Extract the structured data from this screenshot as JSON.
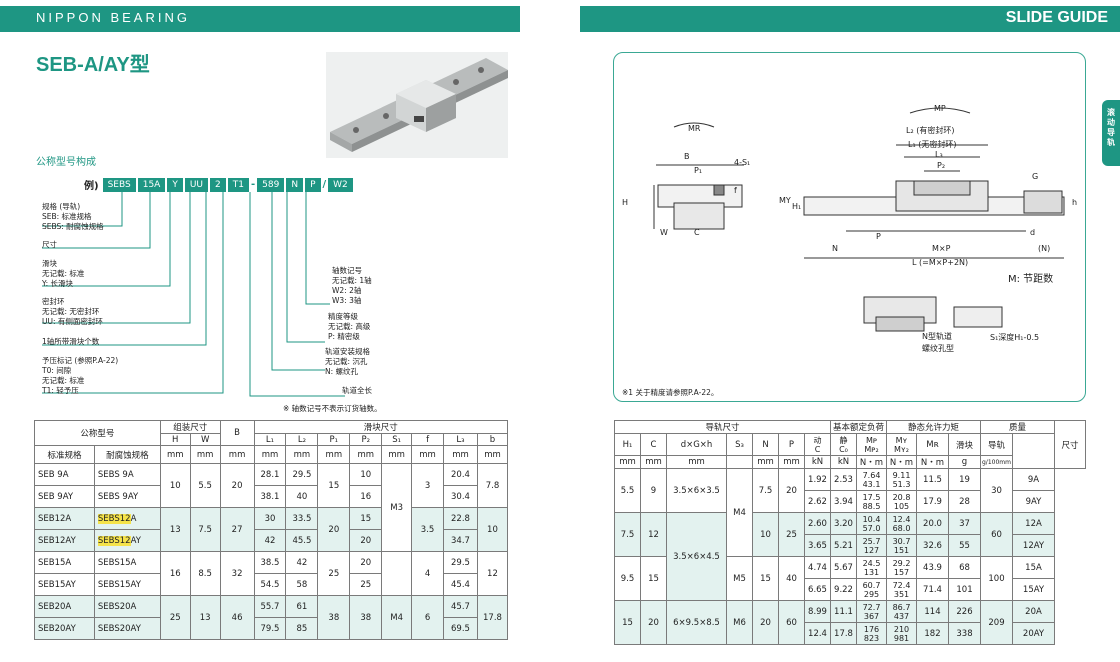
{
  "header": {
    "brand": "NIPPON BEARING",
    "section": "SLIDE GUIDE",
    "side_tab": "滚动导轨"
  },
  "model_title": "SEB-A/AY型",
  "code_section": {
    "title": "公称型号构成",
    "example_prefix": "例)",
    "codes": [
      "SEBS",
      "15A",
      "Y",
      "UU",
      "2",
      "T1",
      "-",
      "589",
      "N",
      "P",
      "/",
      "W2"
    ],
    "left_legend": [
      {
        "lines": [
          "规格 (导轨)",
          "SEB: 标准规格",
          "SEBS: 耐腐蚀规格"
        ]
      },
      {
        "lines": [
          "尺寸"
        ]
      },
      {
        "lines": [
          "滑块",
          "无记载: 标准",
          "Y: 长滑块"
        ]
      },
      {
        "lines": [
          "密封环",
          "无记载: 无密封环",
          "UU: 有侧面密封环"
        ]
      },
      {
        "lines": [
          "1轴所带滑块个数"
        ]
      },
      {
        "lines": [
          "予压标记 (参照P.A-22)",
          "T0: 间隙",
          "无记载: 标准",
          "T1: 轻予压"
        ]
      }
    ],
    "right_legend": [
      {
        "lines": [
          "轴数记号",
          "无记载: 1轴",
          "W2: 2轴",
          "W3: 3轴"
        ]
      },
      {
        "lines": [
          "精度等级",
          "无记载: 高级",
          "P: 精密级"
        ]
      },
      {
        "lines": [
          "轨道安装规格",
          "无记载: 沉孔",
          "N: 螺纹孔"
        ]
      },
      {
        "lines": [
          "轨道全长"
        ]
      }
    ],
    "note": "※ 轴数记号不表示订货轴数。"
  },
  "drawing": {
    "labels": {
      "MR": "MR",
      "MP": "MP",
      "MY": "MY",
      "L2": "L₂ (有密封环)",
      "L1": "L₁ (无密封环)",
      "L3": "L₃",
      "P2": "P₂",
      "P1": "P₁",
      "B": "B",
      "S1": "4-S₁",
      "H": "H",
      "H1": "H₁",
      "W": "W",
      "C": "C",
      "f": "f",
      "G": "G",
      "h": "h",
      "d": "d",
      "N": "N",
      "P": "P",
      "MxP": "M×P",
      "L": "L (=M×P+2N)",
      "Nd": "(N)",
      "N_rail": "N型轨道",
      "tap_hole": "螺纹孔型",
      "depth": "S₁深度H₁-0.5"
    },
    "pitch_note": "M: 节距数",
    "footnote": "※1 关于精度请参照P.A-22。"
  },
  "left_table": {
    "headers": {
      "nominal": "公称型号",
      "standard": "标准规格",
      "corrosion": "耐腐蚀规格",
      "assembly": "组装尺寸",
      "H": "H",
      "W": "W",
      "B": "B",
      "slider": "滑块尺寸",
      "L1": "L₁",
      "L2": "L₂",
      "P1": "P₁",
      "P2": "P₂",
      "S1": "S₁",
      "f": "f",
      "L3": "L₃",
      "b": "b",
      "mm": "mm"
    },
    "rows": [
      {
        "std": "SEB 9A",
        "cor": "SEBS 9A",
        "L1": "28.1",
        "L2": "29.5",
        "P2": "10",
        "L3": "20.4"
      },
      {
        "std": "SEB 9AY",
        "cor": "SEBS 9AY",
        "L1": "38.1",
        "L2": "40",
        "P2": "16",
        "L3": "30.4"
      },
      {
        "std": "SEB12A",
        "cor_hl": "SEBS12",
        "cor_rest": "A",
        "L1": "30",
        "L2": "33.5",
        "P2": "15",
        "L3": "22.8"
      },
      {
        "std": "SEB12AY",
        "cor_hl": "SEBS12",
        "cor_rest": "AY",
        "L1": "42",
        "L2": "45.5",
        "P2": "20",
        "L3": "34.7"
      },
      {
        "std": "SEB15A",
        "cor": "SEBS15A",
        "L1": "38.5",
        "L2": "42",
        "P2": "20",
        "L3": "29.5"
      },
      {
        "std": "SEB15AY",
        "cor": "SEBS15AY",
        "L1": "54.5",
        "L2": "58",
        "P2": "25",
        "L3": "45.4"
      },
      {
        "std": "SEB20A",
        "cor": "SEBS20A",
        "L1": "55.7",
        "L2": "61",
        "P2": "38",
        "L3": "45.7"
      },
      {
        "std": "SEB20AY",
        "cor": "SEBS20AY",
        "L1": "79.5",
        "L2": "85",
        "P2": "38",
        "L3": "69.5"
      }
    ],
    "groups": [
      {
        "H": "10",
        "W": "5.5",
        "B": "20",
        "P1": "15",
        "f": "3",
        "b": "7.8"
      },
      {
        "H": "13",
        "W": "7.5",
        "B": "27",
        "P1": "20",
        "f": "3.5",
        "b": "10"
      },
      {
        "H": "16",
        "W": "8.5",
        "B": "32",
        "P1": "25",
        "f": "4",
        "b": "12"
      },
      {
        "H": "25",
        "W": "13",
        "B": "46",
        "P1": "38",
        "f": "6",
        "b": "17.8"
      }
    ],
    "S1_values": [
      "M3",
      "M4"
    ]
  },
  "right_table": {
    "headers": {
      "rail": "导轨尺寸",
      "H1": "H₁",
      "C": "C",
      "dGh": "d×G×h",
      "S3": "S₃",
      "N": "N",
      "P": "P",
      "load": "基本额定负荷",
      "dyn": "动",
      "dyn_sym": "C",
      "sta": "静",
      "sta_sym": "C₀",
      "kN": "kN",
      "moment": "静态允许力矩",
      "MP": "Mᴘ",
      "MP2": "Mᴘ₂",
      "MY": "Mʏ",
      "MY2": "Mʏ₂",
      "MR": "Mʀ",
      "Nm": "N・m",
      "mass": "质量",
      "slider": "滑块",
      "rail_m": "导轨",
      "g": "g",
      "g100": "g/100mm",
      "size": "尺寸",
      "mm": "mm"
    },
    "groups": [
      {
        "H1": "5.5",
        "C": "9",
        "dGh": "3.5×6×3.5",
        "N": "7.5",
        "P": "20",
        "rail_mass": "30"
      },
      {
        "H1": "7.5",
        "C": "12",
        "dGh": "",
        "N": "10",
        "P": "25",
        "rail_mass": "60"
      },
      {
        "H1": "9.5",
        "C": "15",
        "dGh": "",
        "N": "15",
        "P": "40",
        "rail_mass": "100"
      },
      {
        "H1": "15",
        "C": "20",
        "dGh": "6×9.5×8.5",
        "N": "20",
        "P": "60",
        "rail_mass": "209"
      }
    ],
    "dGh_shared": "3.5×6×4.5",
    "S3_values": [
      "M4",
      "M5",
      "M6"
    ],
    "rows": [
      {
        "C": "1.92",
        "C0": "2.53",
        "MP": [
          "7.64",
          "43.1"
        ],
        "MY": [
          "9.11",
          "51.3"
        ],
        "MR": "11.5",
        "slider_mass": "19",
        "size": "9A"
      },
      {
        "C": "2.62",
        "C0": "3.94",
        "MP": [
          "17.5",
          "88.5"
        ],
        "MY": [
          "20.8",
          "105"
        ],
        "MR": "17.9",
        "slider_mass": "28",
        "size": "9AY"
      },
      {
        "C": "2.60",
        "C0": "3.20",
        "MP": [
          "10.4",
          "57.0"
        ],
        "MY": [
          "12.4",
          "68.0"
        ],
        "MR": "20.0",
        "slider_mass": "37",
        "size": "12A"
      },
      {
        "C": "3.65",
        "C0": "5.21",
        "MP": [
          "25.7",
          "127"
        ],
        "MY": [
          "30.7",
          "151"
        ],
        "MR": "32.6",
        "slider_mass": "55",
        "size": "12AY"
      },
      {
        "C": "4.74",
        "C0": "5.67",
        "MP": [
          "24.5",
          "131"
        ],
        "MY": [
          "29.2",
          "157"
        ],
        "MR": "43.9",
        "slider_mass": "68",
        "size": "15A"
      },
      {
        "C": "6.65",
        "C0": "9.22",
        "MP": [
          "60.7",
          "295"
        ],
        "MY": [
          "72.4",
          "351"
        ],
        "MR": "71.4",
        "slider_mass": "101",
        "size": "15AY"
      },
      {
        "C": "8.99",
        "C0": "11.1",
        "MP": [
          "72.7",
          "367"
        ],
        "MY": [
          "86.7",
          "437"
        ],
        "MR": "114",
        "slider_mass": "226",
        "size": "20A"
      },
      {
        "C": "12.4",
        "C0": "17.8",
        "MP": [
          "176",
          "823"
        ],
        "MY": [
          "210",
          "981"
        ],
        "MR": "182",
        "slider_mass": "338",
        "size": "20AY"
      }
    ]
  }
}
